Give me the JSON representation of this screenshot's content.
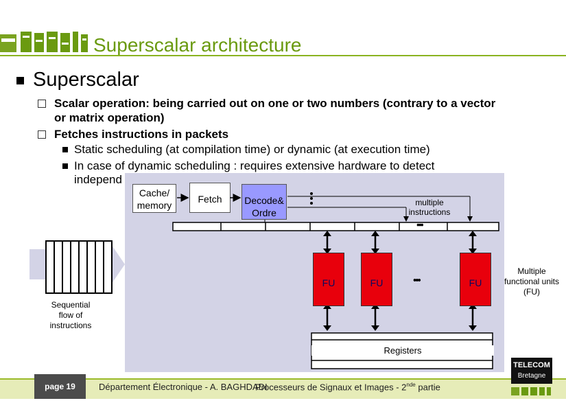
{
  "header": {
    "title": "Superscalar architecture"
  },
  "content": {
    "heading": "Superscalar",
    "bullet1_line1": "Scalar operation: being carried out on one or two numbers (contrary to a vector",
    "bullet1_line2": "or matrix operation)",
    "bullet2": "Fetches instructions in packets",
    "sub1": "Static scheduling (at compilation time) or dynamic (at execution time)",
    "sub2_line1": "In case of dynamic scheduling : requires extensive hardware to detect",
    "sub2_line2": "independ"
  },
  "diagram": {
    "cache_line1": "Cache/",
    "cache_line2": "memory",
    "fetch": "Fetch",
    "decode_line1": "Decode&",
    "decode_line2": "Ordre",
    "multiple_line1": "multiple",
    "multiple_line2": "instructions",
    "fu_label": "FU",
    "registers": "Registers",
    "sequential_line1": "Sequential",
    "sequential_line2": "flow of",
    "sequential_line3": "instructions",
    "multiple_fu_line1": "Multiple",
    "multiple_fu_line2": "functional units",
    "multiple_fu_line3": "(FU)",
    "dots": "•••"
  },
  "footer": {
    "page": "page 19",
    "dept": "Département Électronique - A. BAGHDADI",
    "course_prefix": "Processeurs de Signaux et Images - 2",
    "course_sup": "nde",
    "course_suffix": " partie",
    "brand_line1": "TELECOM",
    "brand_line2": "Bretagne"
  },
  "colors": {
    "accent": "#6a9a10",
    "fu_red": "#e8000c",
    "panel": "#d3d3e6",
    "decode": "#9999ff"
  }
}
